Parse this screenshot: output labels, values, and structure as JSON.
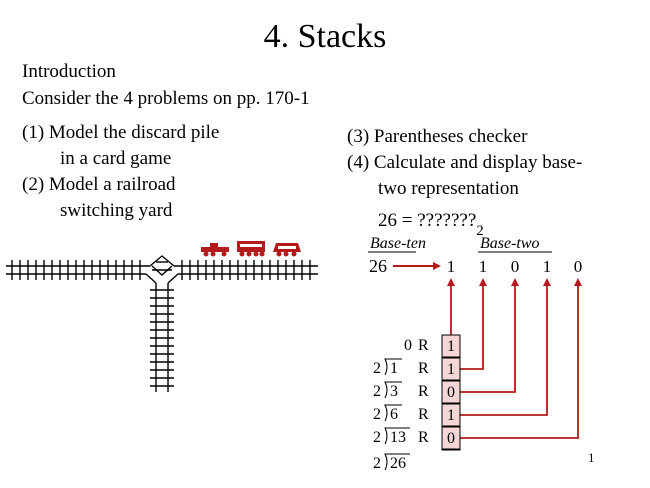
{
  "slide": {
    "title": "4. Stacks",
    "intro_heading": "Introduction",
    "intro_text": "Consider the 4 problems on pp. 170-1",
    "problems_left": [
      {
        "line1": "(1) Model the discard pile",
        "line2": "in a card game"
      },
      {
        "line1": "(2)  Model a railroad",
        "line2": "switching yard"
      }
    ],
    "problems_right": [
      {
        "line1": "(3) Parentheses checker"
      },
      {
        "line1": "(4) Calculate and display base-",
        "line2": "two representation"
      }
    ],
    "equation": "26 = ???????",
    "equation_suffix": "2",
    "page_number": "1"
  },
  "conversion_diagram": {
    "base_ten_label": "Base-ten",
    "base_two_label": "Base-two",
    "input_value": "26",
    "output_digits": [
      "1",
      "1",
      "0",
      "1",
      "0"
    ],
    "division_rows": [
      {
        "divisor": "",
        "quotient": "0",
        "r": "R",
        "rem": "1"
      },
      {
        "divisor": "2",
        "quotient": "1",
        "r": "R",
        "rem": "1"
      },
      {
        "divisor": "2",
        "quotient": "3",
        "r": "R",
        "rem": "0"
      },
      {
        "divisor": "2",
        "quotient": "6",
        "r": "R",
        "rem": "1"
      },
      {
        "divisor": "2",
        "quotient": "13",
        "r": "R",
        "rem": "0"
      },
      {
        "divisor": "2",
        "quotient": "26",
        "r": "",
        "rem": ""
      }
    ],
    "colors": {
      "arrow": "#b51a1a",
      "box_fill": "#f4d6d6",
      "train": "#b51a1a"
    }
  }
}
